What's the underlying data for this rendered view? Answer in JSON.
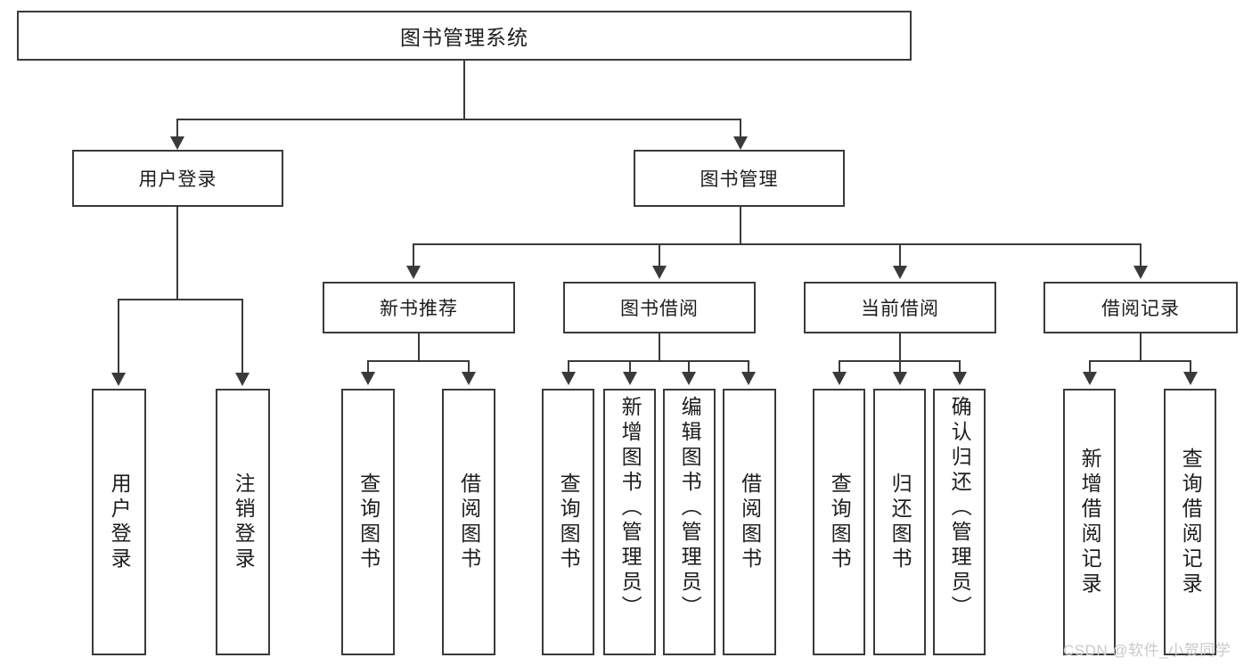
{
  "diagram": {
    "title": "图书管理系统",
    "type": "tree",
    "root": {
      "label": "图书管理系统"
    },
    "level2": [
      {
        "label": "用户登录"
      },
      {
        "label": "图书管理"
      }
    ],
    "level3": [
      {
        "label": "新书推荐"
      },
      {
        "label": "图书借阅"
      },
      {
        "label": "当前借阅"
      },
      {
        "label": "借阅记录"
      }
    ],
    "leaves": {
      "user_login": [
        {
          "label": "用户登录"
        },
        {
          "label": "注销登录"
        }
      ],
      "new_book_recommend": [
        {
          "label": "查询图书"
        },
        {
          "label": "借阅图书"
        }
      ],
      "book_borrow": [
        {
          "label": "查询图书"
        },
        {
          "label": "新增图书（管理员）"
        },
        {
          "label": "编辑图书（管理员）"
        },
        {
          "label": "借阅图书"
        }
      ],
      "current_borrow": [
        {
          "label": "查询图书"
        },
        {
          "label": "归还图书"
        },
        {
          "label": "确认归还（管理员）"
        }
      ],
      "borrow_record": [
        {
          "label": "新增借阅记录"
        },
        {
          "label": "查询借阅记录"
        }
      ]
    }
  },
  "watermark": {
    "text": "CSDN @软件_小贺同学"
  },
  "colors": {
    "stroke": "#3a3a3a",
    "text": "#1d1d1d",
    "background": "#ffffff",
    "watermark": "#c9c9c9"
  }
}
